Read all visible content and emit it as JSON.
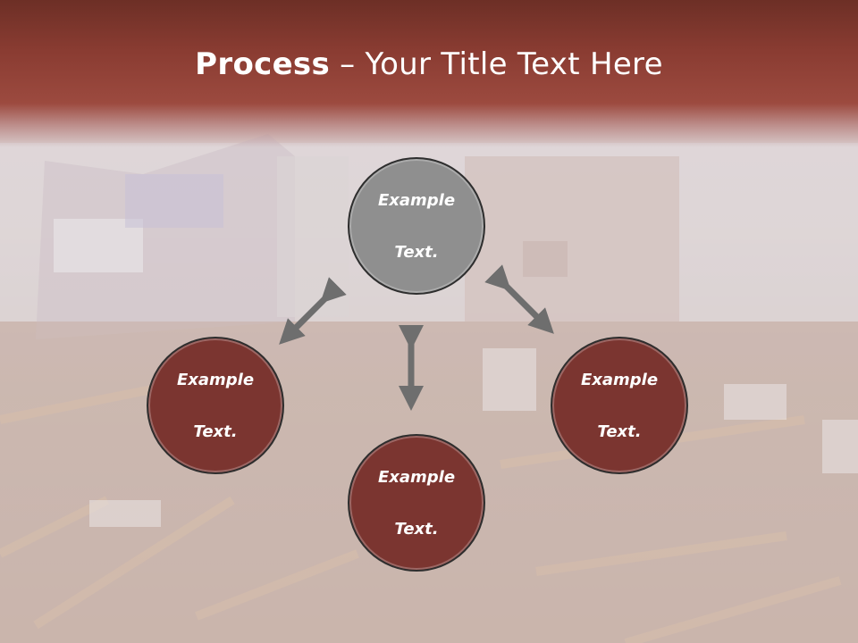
{
  "title": {
    "bold": "Process",
    "rest": " – Your Title Text Here"
  },
  "circles": {
    "top": {
      "line1": "Example",
      "line2": "Text."
    },
    "left": {
      "line1": "Example",
      "line2": "Text."
    },
    "right": {
      "line1": "Example",
      "line2": "Text."
    },
    "bottom": {
      "line1": "Example",
      "line2": "Text."
    }
  },
  "colors": {
    "title_band": "#8a3c32",
    "circle_red": "#7b3530",
    "circle_gray": "#8f8f8f",
    "arrow": "#6e6e6e"
  }
}
